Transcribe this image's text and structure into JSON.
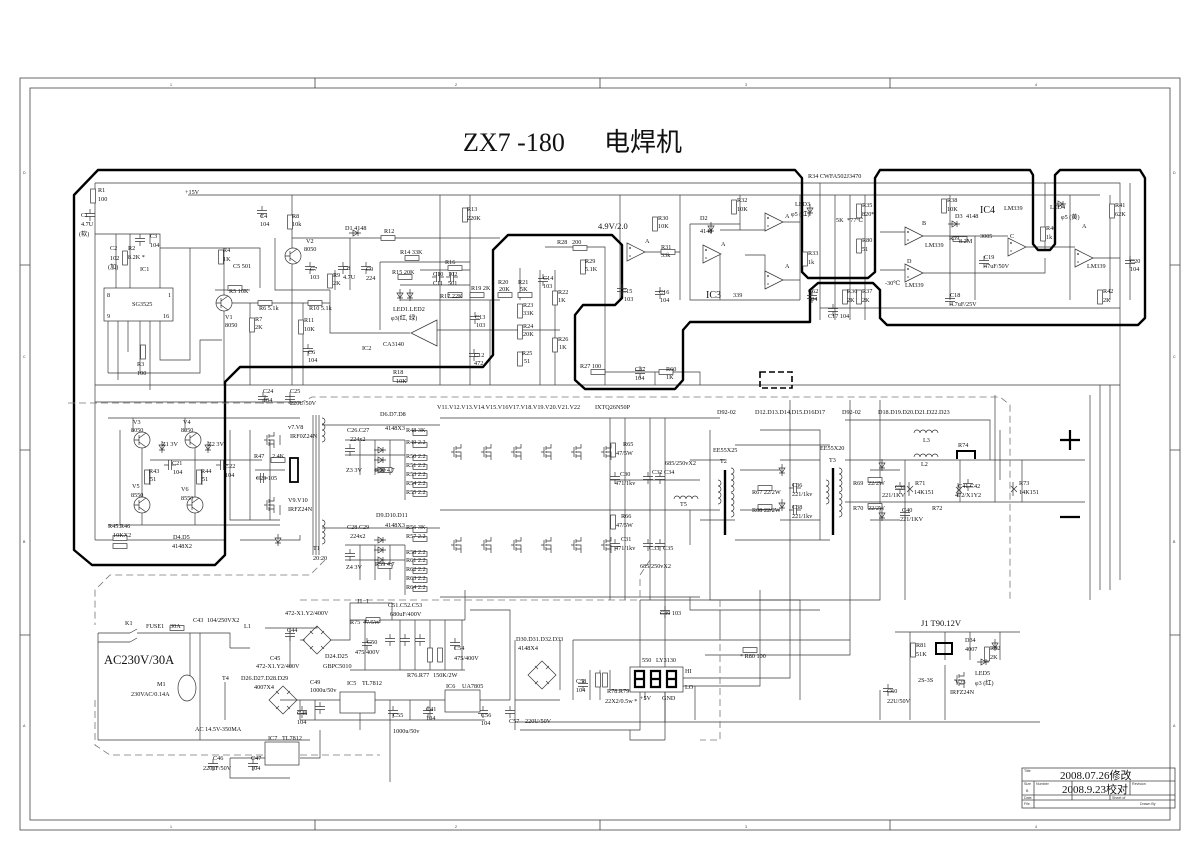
{
  "title": {
    "model": "ZX7 -180",
    "name_cn": "电焊机"
  },
  "frame": {
    "col_labels": [
      "1",
      "2",
      "3",
      "4"
    ],
    "row_labels": [
      "D",
      "C",
      "B",
      "A"
    ]
  },
  "headings": {
    "set_point": "4.9V/2.0",
    "ic3": "IC3",
    "ic3_value": "339",
    "ic4": "IC4",
    "ic4_value": "LM339",
    "ac_input": "AC230V/30A",
    "relay": "J1  T90.12V",
    "output_plus": "+",
    "output_minus": "−"
  },
  "control": [
    "+15V",
    "R1",
    "100",
    "C1",
    "4.7U",
    "(软)",
    "C2",
    "102",
    "(加)",
    "R2",
    "8.2K *",
    "C3",
    "104",
    "IC1",
    "SG3525",
    "8",
    "1",
    "9",
    "16",
    "R3",
    "100",
    "R4",
    "1K",
    "C5 501",
    "R5 10K",
    "V1",
    "8050",
    "R6  5.1k",
    "R7",
    "2K",
    "R10  5.1k",
    "R11",
    "10K",
    "C6",
    "104",
    "C4",
    "104",
    "R8",
    "10k",
    "V2",
    "8050",
    "C7",
    "103",
    "R9",
    "2K",
    "C8",
    "4.7U",
    "D1 4148",
    "R12",
    "R13",
    "220K",
    "R14  33K",
    "R16",
    "R15  20K",
    "C10",
    "102",
    "C11",
    "501",
    "C9",
    "224",
    "LED1.LED2",
    "φ3(红, 绿)",
    "R17  22K",
    "R19 2K",
    "R20",
    "20K",
    "R21",
    "5K",
    "C14",
    "103",
    "R22",
    "1K",
    "C13",
    "103",
    "R23",
    "33K",
    "R24",
    "20K",
    "R25",
    "51",
    "R26",
    "1K",
    "C12",
    "472",
    "IC2",
    "CA3140",
    "R18",
    "10K",
    "R28",
    "200",
    "R29",
    "5.1K",
    "C15",
    "103",
    "R30",
    "10K",
    "R31",
    "33k",
    "C16",
    "104",
    "D2",
    "4148",
    "R32",
    "10K",
    "A",
    "A",
    "A",
    "A",
    "R27  100",
    "C37",
    "104",
    "R60",
    "1K",
    "R34  CWFA502J3470",
    "LED3",
    "φ5 (红)",
    "R33",
    "1k",
    "5K",
    "*77℃",
    "R35",
    "820*",
    "R80",
    "51",
    "C62",
    "104",
    "C17  104",
    "R36",
    "2K",
    "R37",
    "2K",
    "R38",
    "10K",
    "D3",
    "4148",
    "B",
    "R39",
    "8.2M",
    "3005",
    "LM339",
    "C",
    "C19",
    "47uF/50V",
    "D",
    "-30℃",
    "LM339",
    "C18",
    "4.7uF/25V",
    "LED4",
    "φ5 (黄)",
    "R40",
    "1k",
    "A",
    "LM339",
    "R41",
    "62K",
    "C20",
    "104",
    "R42",
    "2K"
  ],
  "driver": [
    "C24",
    "104",
    "C25",
    "220U/50V",
    "V3",
    "8050",
    "V4",
    "8050",
    "Z1  3V",
    "Z2  3V",
    "C21",
    "104",
    "R43",
    "51",
    "R44",
    "51",
    "C22",
    "104",
    "V5",
    "8550",
    "V6",
    "8550",
    "R47",
    "2.4K",
    "C23  105",
    "v7.V8",
    "IRF0Z24N",
    "V9.V10",
    "IRFZ24N",
    "R45.R46",
    "10KX2",
    "D4.D5",
    "4148X2",
    "T1",
    "20:20",
    "D6.D7.D8",
    "4148X3",
    "C26.C27",
    "224x2",
    "R48  3K",
    "R49  2.2",
    "R50  2.2",
    "R51  2.2",
    "R53  2.2",
    "R54  2.2",
    "R55  2.2",
    "Z3   3V",
    "R52  4.7",
    "D9.D10.D11",
    "4148X3",
    "C28.C29",
    "224x2",
    "R56  3K",
    "R57  2.2",
    "R58  2.2",
    "R61  2.2",
    "R62  2.2",
    "R63  2.2",
    "R64  2.2",
    "Z4   3V",
    "R59  4.7"
  ],
  "inverter": [
    "V11.V12.V13.V14.V15.V16V17.V18.V19.V20.V21.V22",
    "IXTQ26N50P",
    "R65",
    "47/5W",
    "685/250vX2",
    "C30",
    "471/1kv",
    "C32",
    "C34",
    "T5",
    "R66",
    "47/5W",
    "C31",
    "471/1kv",
    "C33",
    "C35",
    "685/250vX2",
    "D92-02",
    "D12.D13.D14.D15.D16D17",
    "EE55X25",
    "T2",
    "R67  22/2W",
    "C36",
    "221/1kv",
    "R68  22/2W",
    "C38",
    "221/1kv",
    "C39  103"
  ],
  "output": [
    "D92-02",
    "D18.D19.D20.D21.D22.D23",
    "L3",
    "EE55X20",
    "T3",
    "R74",
    "L2",
    "R69",
    "22/2W",
    "C39",
    "221/1KV",
    "R71",
    "14K151",
    "C41.C42",
    "472/X1Y2",
    "R73",
    "14K151",
    "R70",
    "22/2W",
    "C40",
    "221/1KV",
    "R72",
    "14K151"
  ],
  "supply": [
    "K1",
    "FUSE1",
    "30A",
    "C43",
    "104/250VX2",
    "L1",
    "472-X1.Y2/400V",
    "C44",
    "C45",
    "472-X1.Y2/400V",
    "D24.D25",
    "GBPC5010",
    "J1−1",
    "R75",
    "47/5W",
    "C50",
    "475/400V",
    "C51.C52.C53",
    "680uF/400V",
    "C54",
    "475/400V",
    "R76.R77",
    "150K/2W",
    "M1",
    "230VAC/0.14A",
    "T4",
    "D26.D27.D28.D29",
    "4007X4",
    "C49",
    "1000u/50v",
    "IC5",
    "TL7812",
    "C48",
    "104",
    "C55",
    "1000u/50v",
    "C41",
    "104",
    "IC6",
    "UA7805",
    "C56",
    "104",
    "AC 14.5V-350MA",
    "IC7",
    "TL7812",
    "C46",
    "220uF/50V",
    "C47",
    "104",
    "C57",
    "220U/50V"
  ],
  "display": [
    "D30.D31.D32.D33",
    "4148X4",
    "C58",
    "104",
    "R78.R79",
    "22X2/0.5w *",
    "550",
    "LY3130",
    "HI",
    "LO",
    "+5V",
    "GND",
    "* R80  100"
  ],
  "relay": [
    "R81",
    "51K",
    "D34",
    "4007",
    "R82",
    "2K",
    "LED5",
    "φ3 (红)",
    "2S-3S",
    "V23",
    "IRFZ24N",
    "C60",
    "22U/50V"
  ],
  "title_block": {
    "title_label": "Title",
    "title_value": "2008.07.26修改",
    "size_label": "Size",
    "size_value": "B",
    "number_label": "Number",
    "number_value": "2008.9.23校对",
    "revision_label": "Revision",
    "date_label": "Date",
    "file_label": "File",
    "sheet_label": "Sheet  of",
    "drawn_label": "Drawn By"
  }
}
